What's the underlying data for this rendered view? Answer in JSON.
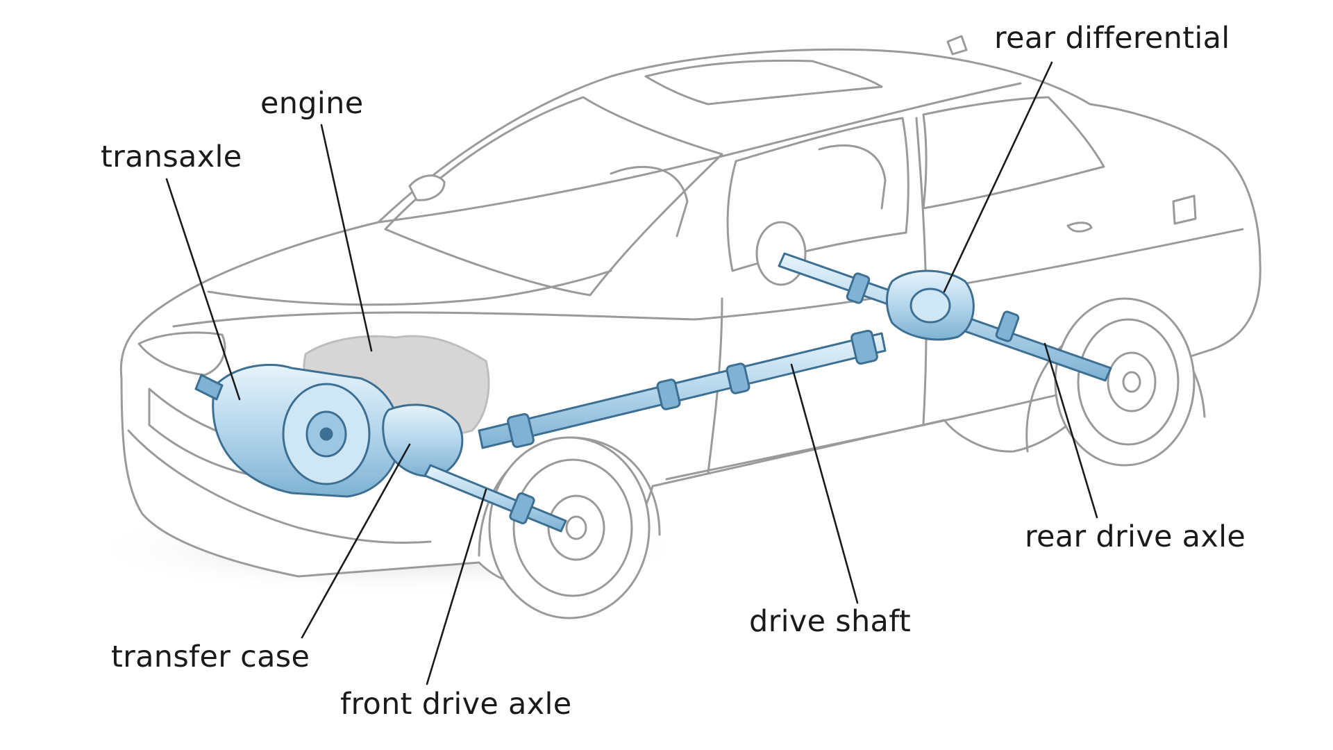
{
  "diagram": {
    "labels": {
      "rear_differential": "rear differential",
      "engine": "engine",
      "transaxle": "transaxle",
      "rear_drive_axle": "rear drive axle",
      "drive_shaft": "drive shaft",
      "transfer_case": "transfer case",
      "front_drive_axle": "front drive axle"
    },
    "colors": {
      "car_outline": "#9a9a9a",
      "drivetrain_fill": "#b9d9ee",
      "drivetrain_stroke": "#3d6f93",
      "engine_fill": "#d6d6d6",
      "leader_line": "#1a1a1a",
      "label_text": "#1a1a1a"
    }
  }
}
